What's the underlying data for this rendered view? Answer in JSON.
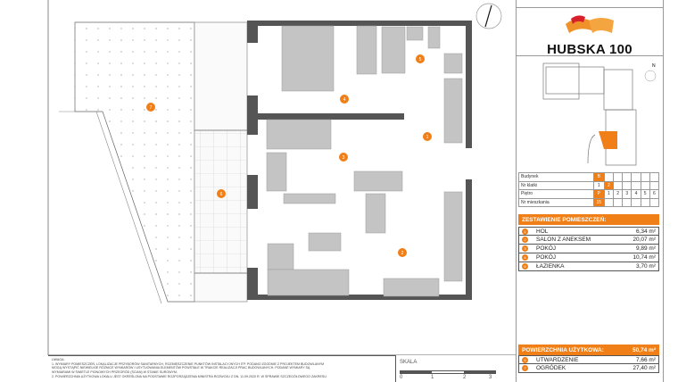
{
  "project": {
    "name": "HUBSKA 100",
    "logo": "film-strip-logo"
  },
  "info_table": {
    "building": {
      "label": "Budynek",
      "values": [
        "B"
      ],
      "selected": "B"
    },
    "staircase": {
      "label": "Nr klatki",
      "values": [
        "1",
        "2"
      ],
      "selected": "2"
    },
    "floor": {
      "label": "Piętro",
      "values": [
        "P",
        "1",
        "2",
        "3",
        "4",
        "5",
        "6"
      ],
      "selected": "P"
    },
    "apartment": {
      "label": "Nr mieszkania",
      "values": [
        "15"
      ],
      "selected": "15"
    }
  },
  "rooms_header": "ZESTAWIENIE POMIESZCZEŃ:",
  "rooms": [
    {
      "no": "1",
      "name": "HOL",
      "area": "6,34 m²"
    },
    {
      "no": "2",
      "name": "SALON Z ANEKSEM",
      "area": "20,07 m²"
    },
    {
      "no": "3",
      "name": "POKÓJ",
      "area": "9,89 m²"
    },
    {
      "no": "4",
      "name": "POKÓJ",
      "area": "10,74 m²"
    },
    {
      "no": "5",
      "name": "ŁAZIENKA",
      "area": "3,70 m²"
    }
  ],
  "usable_area": {
    "label": "POWIERZCHNIA UŻYTKOWA:",
    "value": "50,74 m²"
  },
  "outdoor": [
    {
      "no": "6",
      "name": "UTWARDZENIE",
      "area": "7,66 m²"
    },
    {
      "no": "7",
      "name": "OGRÓDEK",
      "area": "27,40 m²"
    }
  ],
  "notes": {
    "title": "UWAGA:",
    "lines": [
      "1. WYMIARY POMIESZCZEŃ, LOKALIZACJE PRZYBORÓW SANITARNYCH, ROZMIESZCZENIE PUNKTÓW INSTALACYJNYCH ITP. PODANO ZGODNIE Z PROJEKTEM BUDOWLANYM",
      "MOGĄ WYSTĄPIĆ NIEWIELKIE RÓŻNICE WYMIARÓW I USYTUOWANIA ELEMENTÓW POWSTAŁE W TRAKCIE REALIZACJI PRAC BUDOWLANYCH. PODANE WYMIARY SĄ",
      "WYMIARAMI W ŚWIETLE PIONOWYCH PRZEGRÓD (ŚCIAN) W STANIE SUROWYM.",
      "2. POWIERZCHNIA UŻYTKOWA LOKALU JEST OKREŚLONA NA PODSTAWIE ROZPORZĄDZENIA MINISTRA ROZWOJU Z DN. 11.09.2020 R. W SPRAWIE SZCZEGÓŁOWEGO ZAKRESU"
    ]
  },
  "scale": {
    "label": "SKALA",
    "ticks": [
      "0",
      "1",
      "2",
      "3"
    ],
    "unit": "m"
  },
  "plan_markers": [
    "1",
    "2",
    "3",
    "4",
    "5",
    "6",
    "7"
  ],
  "compass": "north-arrow-icon",
  "colors": {
    "accent": "#f07f17",
    "wall": "#555555",
    "furniture": "#bdbdbd"
  }
}
